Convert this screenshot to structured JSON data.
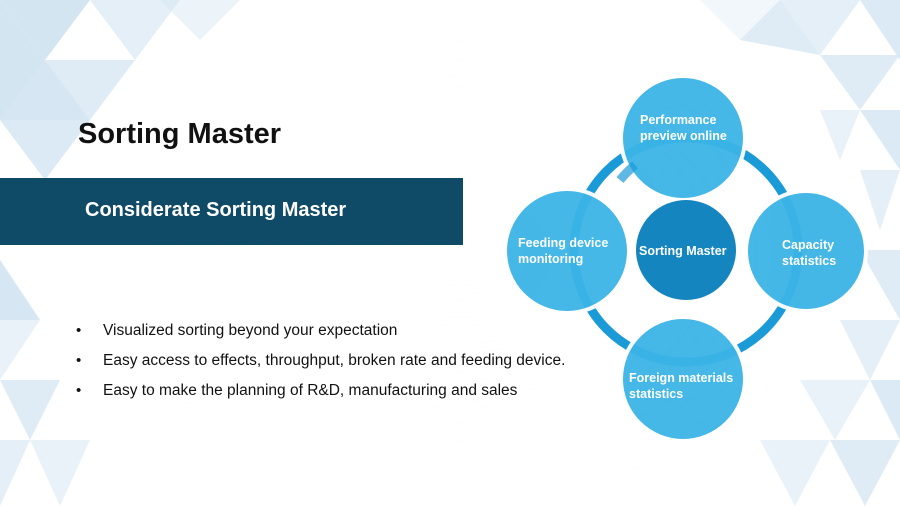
{
  "slide": {
    "title": "Sorting Master",
    "banner": "Considerate Sorting Master",
    "bullets": [
      "Visualized sorting beyond your expectation",
      "Easy access to effects, throughput, broken rate and feeding device.",
      "Easy to make the planning of R&D, manufacturing and sales"
    ],
    "bullet_glyph": "•"
  },
  "diagram": {
    "center": "Sorting Master",
    "nodes": {
      "top": [
        "Performance",
        "preview online"
      ],
      "right": [
        "Capacity",
        "statistics"
      ],
      "bottom": [
        "Foreign materials",
        "statistics"
      ],
      "left": [
        "Feeding device",
        "monitoring"
      ]
    }
  },
  "colors": {
    "banner": "#0f4a66",
    "node": "#3bb4e6",
    "center": "#1485bf",
    "ring": "#1b9ad8",
    "background_pattern": "#aecfe6"
  }
}
